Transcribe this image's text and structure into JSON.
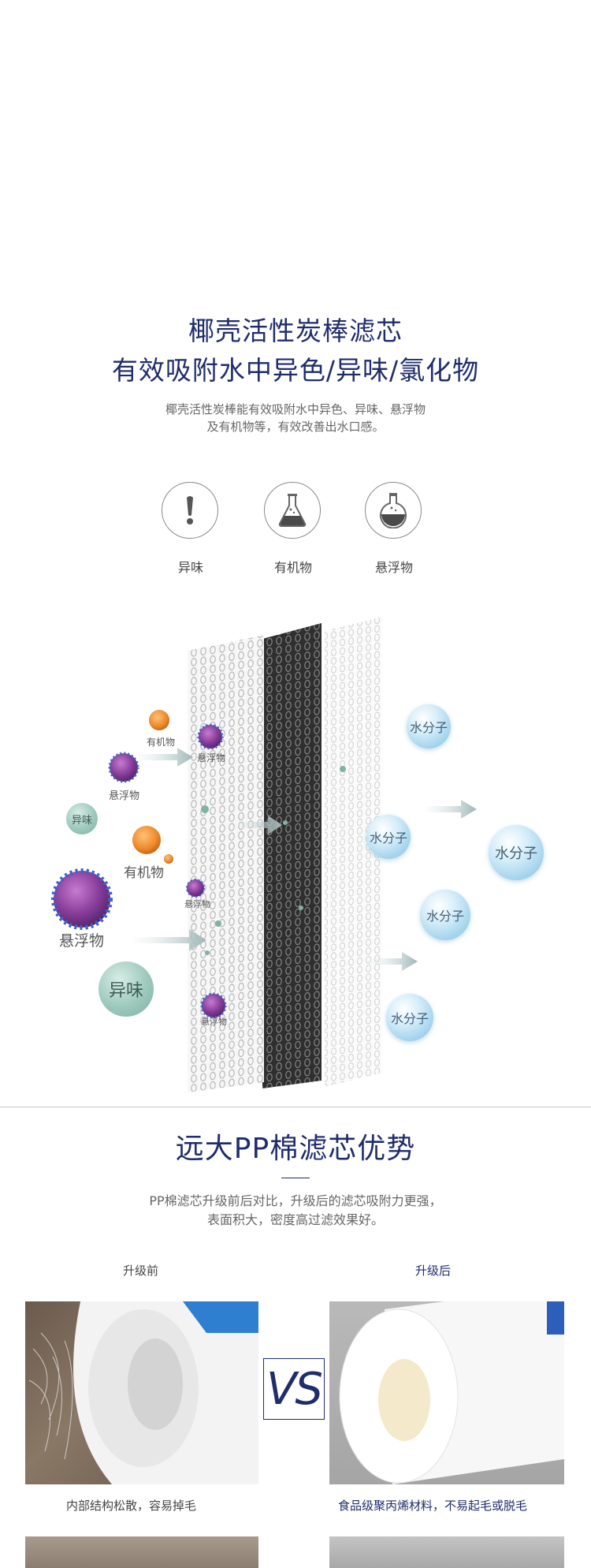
{
  "section1": {
    "title_line1": "椰壳活性炭棒滤芯",
    "title_line2": "有效吸附水中异色/异味/氯化物",
    "desc_line1": "椰壳活性炭棒能有效吸附水中异色、异味、悬浮物",
    "desc_line2": "及有机物等，有效改善出水口感。",
    "icons": [
      {
        "label": "异味",
        "icon": "exclamation-icon"
      },
      {
        "label": "有机物",
        "icon": "flask-icon"
      },
      {
        "label": "悬浮物",
        "icon": "round-flask-icon"
      }
    ]
  },
  "diagram": {
    "labels": {
      "organic_small": "有机物",
      "suspended_small_1": "悬浮物",
      "suspended_left": "悬浮物",
      "odor_small": "异味",
      "organic_mid": "有机物",
      "suspended_mid": "悬浮物",
      "suspended_big": "悬浮物",
      "odor_big": "异味",
      "suspended_bottom": "悬浮物",
      "water_1": "水分子",
      "water_2": "水分子",
      "water_3": "水分子",
      "water_4": "水分子",
      "water_5": "水分子"
    },
    "colors": {
      "virus_purple": "#6d3d8c",
      "virus_orange": "#e98a2f",
      "water": "#9fd2ec",
      "odor": "#8fbeb0",
      "mesh_dark": "#2d2d2d"
    }
  },
  "section2": {
    "title": "远大PP棉滤芯优势",
    "desc_line1": "PP棉滤芯升级前后对比，升级后的滤芯吸附力更强，",
    "desc_line2": "表面积大，密度高过滤效果好。",
    "before_label": "升级前",
    "after_label": "升级后",
    "vs_text": "VS",
    "before_caption": "内部结构松散，容易掉毛",
    "after_caption": "食品级聚丙烯材料，不易起毛或脱毛"
  },
  "colors": {
    "title": "#1f2d6b",
    "text": "#666666"
  }
}
